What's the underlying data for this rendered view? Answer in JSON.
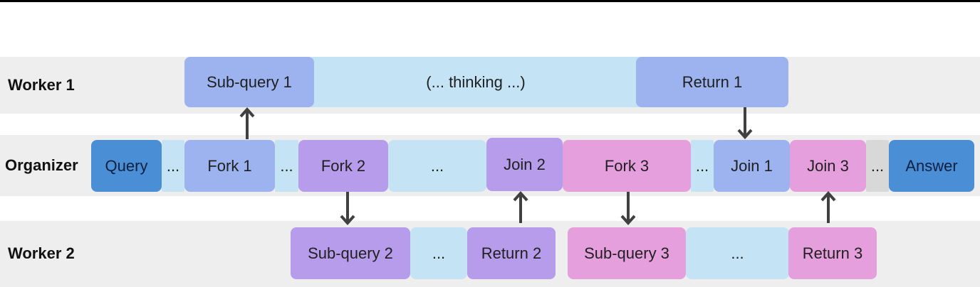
{
  "lanes": {
    "worker1": "Worker 1",
    "organizer": "Organizer",
    "worker2": "Worker 2"
  },
  "worker1": {
    "subquery1": "Sub-query 1",
    "thinking": "(... thinking ...)",
    "return1": "Return 1"
  },
  "organizer": {
    "query": "Query",
    "gap1": "...",
    "fork1": "Fork 1",
    "gap2": "...",
    "fork2": "Fork 2",
    "gap3": "...",
    "join2": "Join 2",
    "fork3": "Fork 3",
    "gap4": "...",
    "join1": "Join 1",
    "join3": "Join 3",
    "gap5": "...",
    "answer": "Answer"
  },
  "worker2": {
    "subquery2": "Sub-query 2",
    "gap1": "...",
    "return2": "Return 2",
    "subquery3": "Sub-query 3",
    "gap2": "...",
    "return3": "Return 3"
  },
  "colors": {
    "blue": "#9db3f0",
    "purple": "#b79ceb",
    "pink": "#e69fdd",
    "thinking": "#c4e3f5",
    "query_answer": "#4a8fd6",
    "lane_background": "#eeeeee",
    "arrow": "#404040"
  }
}
